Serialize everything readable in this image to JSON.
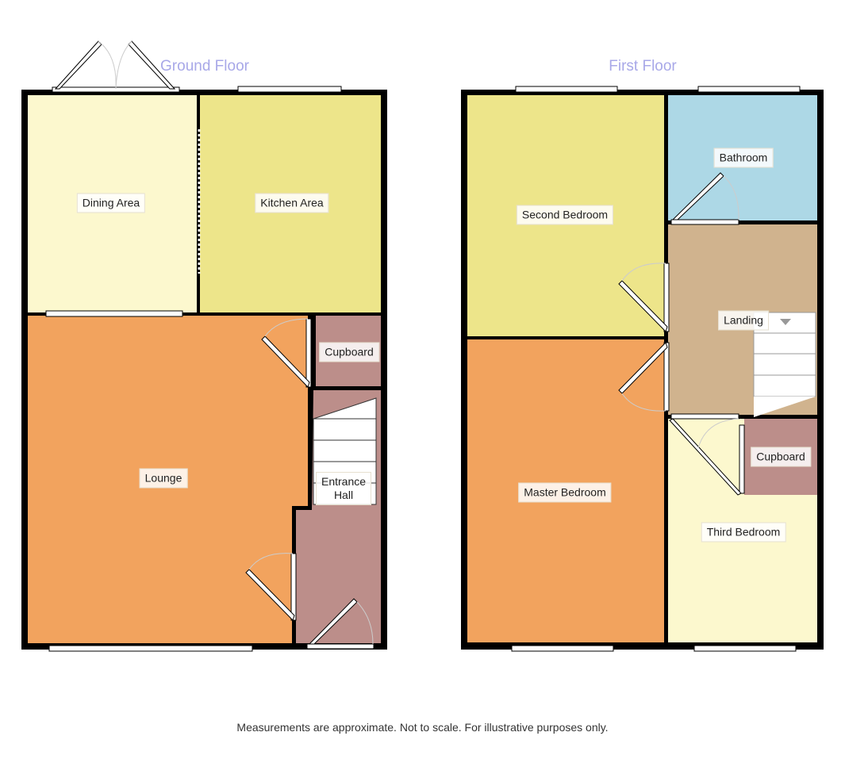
{
  "floors": [
    {
      "title": "Ground Floor",
      "rooms": [
        "Dining Area",
        "Kitchen Area",
        "Lounge",
        "Cupboard",
        "Entrance Hall"
      ]
    },
    {
      "title": "First Floor",
      "rooms": [
        "Second Bedroom",
        "Bathroom",
        "Landing",
        "Master Bedroom",
        "Cupboard",
        "Third Bedroom"
      ]
    }
  ],
  "colors": {
    "dining": "#FCF8CE",
    "kitchen": "#EDE58A",
    "lounge": "#F2A35E",
    "cupboard": "#BC8E8A",
    "bathroom": "#ADD8E6",
    "landing": "#D0B38E"
  },
  "footer": "Measurements are approximate. Not to scale. For illustrative purposes only."
}
